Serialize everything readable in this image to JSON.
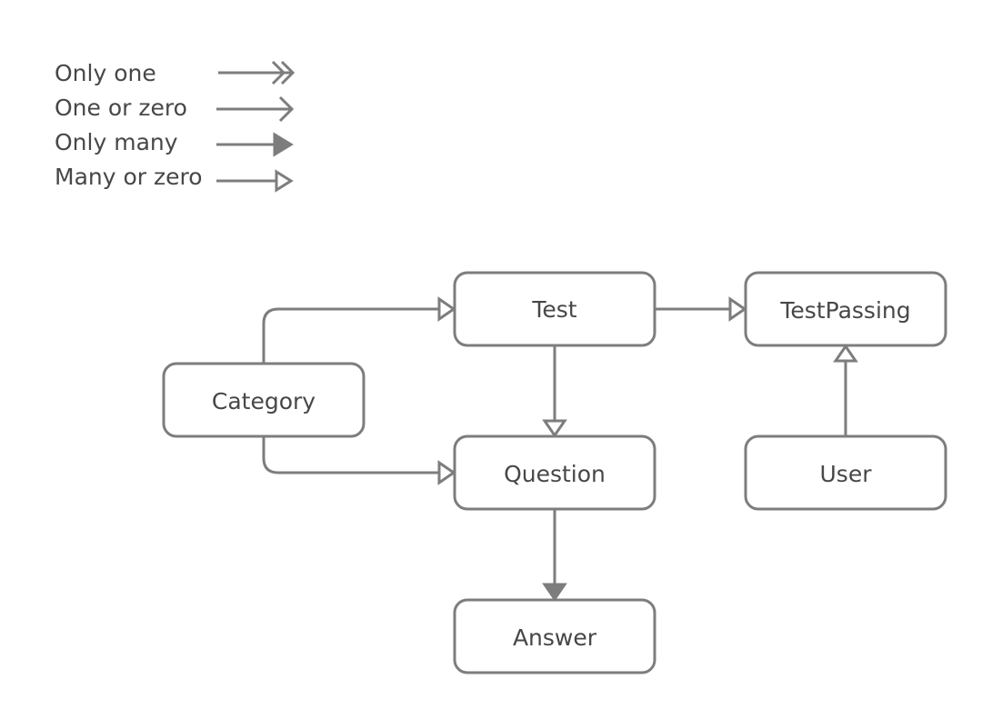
{
  "legend": {
    "only_one": "Only one",
    "one_or_zero": "One or zero",
    "only_many": "Only many",
    "many_or_zero": "Many or zero"
  },
  "nodes": {
    "test": "Test",
    "test_passing": "TestPassing",
    "category": "Category",
    "question": "Question",
    "user": "User",
    "answer": "Answer"
  },
  "edges": [
    {
      "from": "Category",
      "to": "Test",
      "relation": "many_or_zero"
    },
    {
      "from": "Category",
      "to": "Question",
      "relation": "many_or_zero"
    },
    {
      "from": "Test",
      "to": "Question",
      "relation": "many_or_zero"
    },
    {
      "from": "Test",
      "to": "TestPassing",
      "relation": "many_or_zero"
    },
    {
      "from": "User",
      "to": "TestPassing",
      "relation": "many_or_zero"
    },
    {
      "from": "Question",
      "to": "Answer",
      "relation": "only_many"
    }
  ],
  "colors": {
    "stroke": "#7d7d7d",
    "text": "#474747",
    "background": "#ffffff"
  }
}
